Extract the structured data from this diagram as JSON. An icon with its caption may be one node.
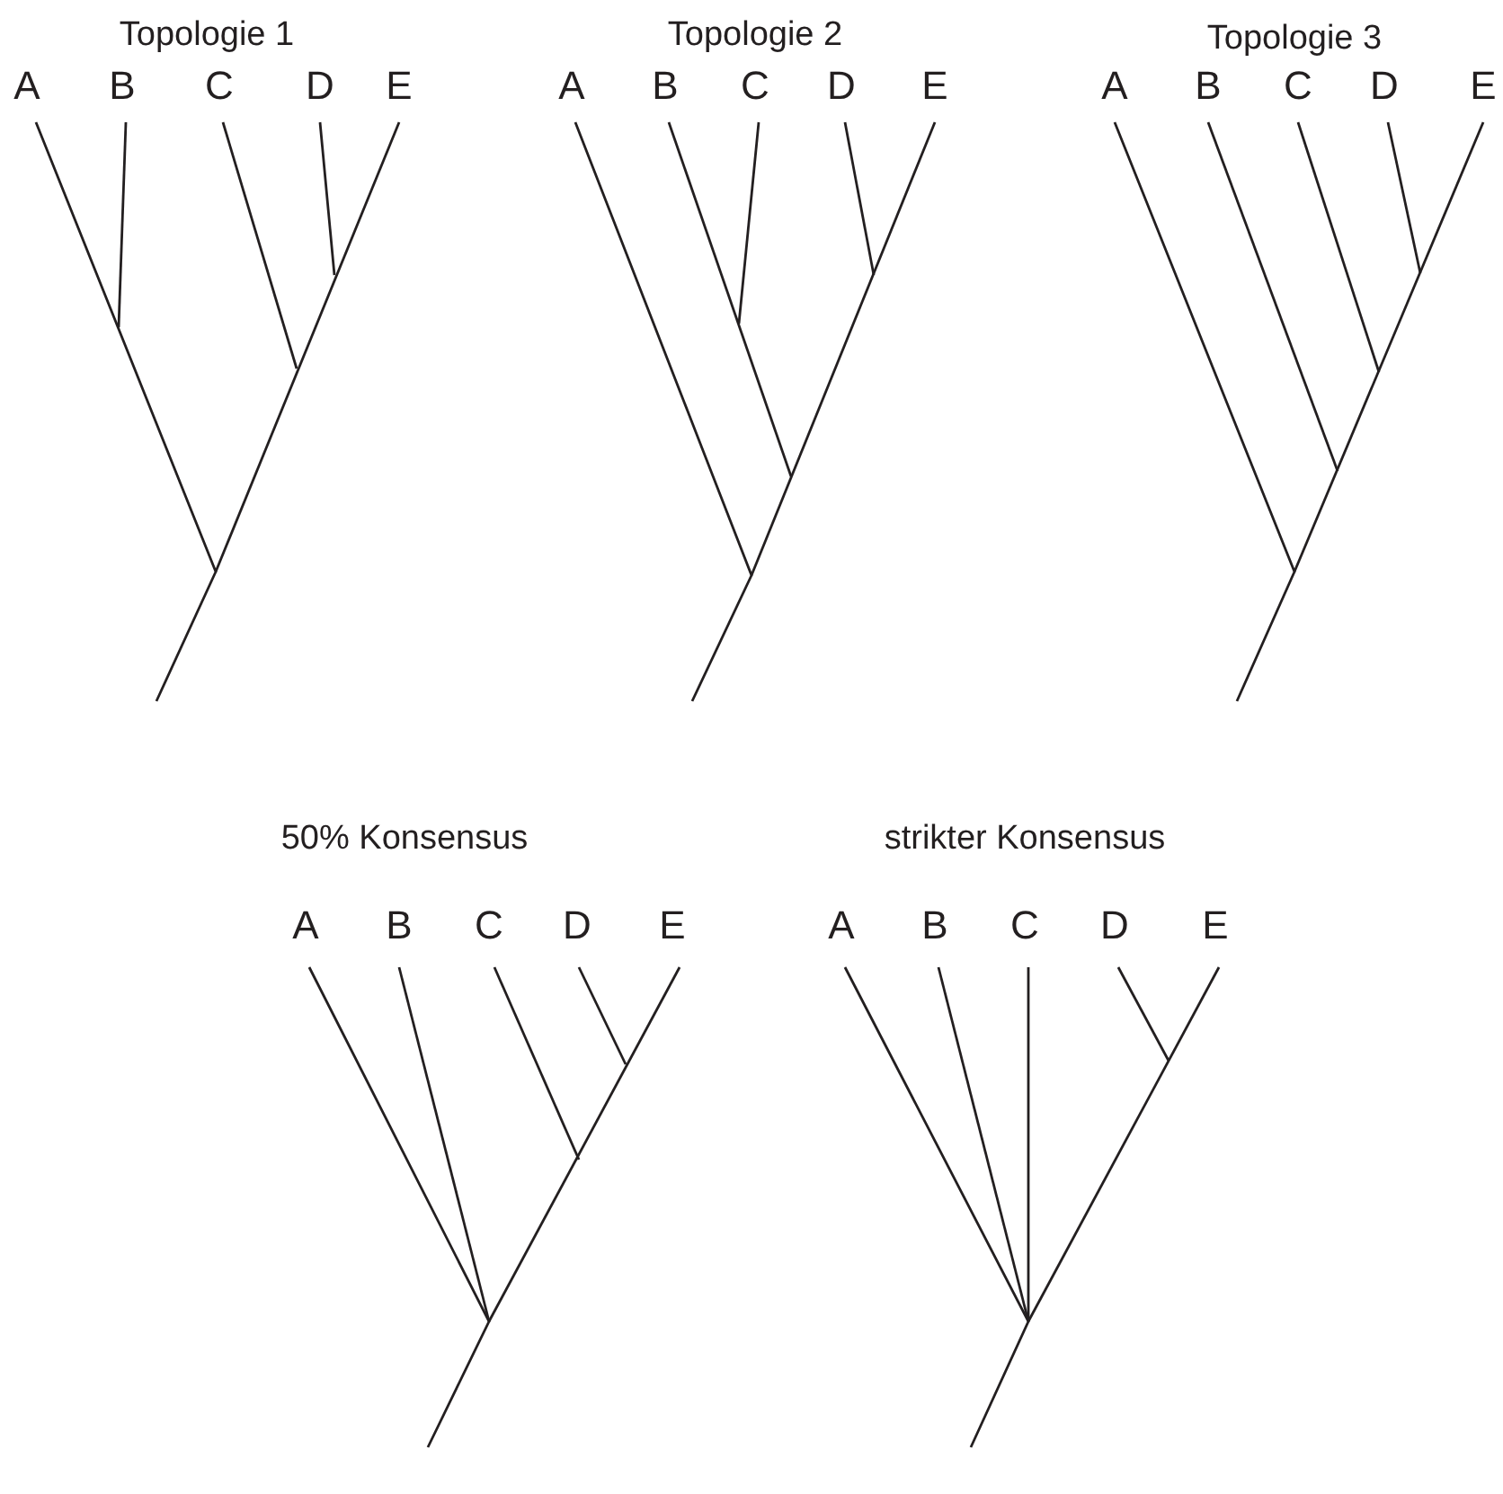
{
  "diagram": {
    "labels": [
      "Topologie 1",
      "Topologie 2",
      "Topologie 3",
      "A",
      "B",
      "C",
      "D",
      "E",
      "A",
      "B",
      "C",
      "D",
      "E",
      "A",
      "B",
      "C",
      "D",
      "E",
      "50% Konsensus",
      "strikter Konsensus",
      "A",
      "B",
      "C",
      "D",
      "E",
      "A",
      "B",
      "C",
      "D",
      "E"
    ]
  }
}
